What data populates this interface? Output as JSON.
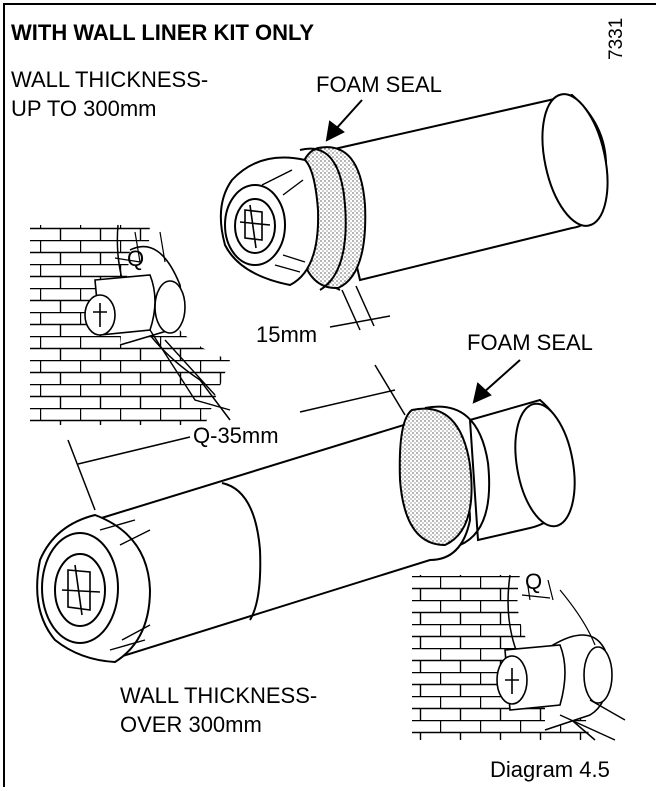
{
  "title": "WITH WALL LINER KIT ONLY",
  "code": "7331",
  "top_section": {
    "wall_line1": "WALL THICKNESS-",
    "wall_line2": "UP TO 300mm",
    "seal_label": "FOAM SEAL",
    "gap_label": "15mm"
  },
  "bottom_section": {
    "seal_label": "FOAM SEAL",
    "length_label": "Q-35mm",
    "wall_line1": "WALL THICKNESS-",
    "wall_line2": "OVER 300mm"
  },
  "inset_labels": {
    "left_q": "Q",
    "right_q": "Q"
  },
  "caption": "Diagram 4.5"
}
